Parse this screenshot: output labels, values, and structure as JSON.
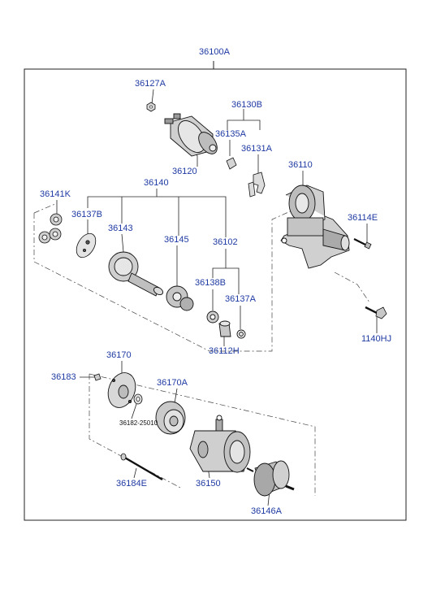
{
  "diagram": {
    "assembly_label": "36100A",
    "link_color": "#1f3aa3",
    "line_color": "#111111",
    "parts": {
      "p36127A": "36127A",
      "p36130B": "36130B",
      "p36135A": "36135A",
      "p36131A": "36131A",
      "p36120": "36120",
      "p36110": "36110",
      "p36140": "36140",
      "p36141K": "36141K",
      "p36137B": "36137B",
      "p36143": "36143",
      "p36145": "36145",
      "p36102": "36102",
      "p36114E": "36114E",
      "p36138B": "36138B",
      "p36137A": "36137A",
      "p36112H": "36112H",
      "p1140HJ": "1140HJ",
      "p36170": "36170",
      "p36183": "36183",
      "p36170A": "36170A",
      "p36182": "36182-25010",
      "p36184E": "36184E",
      "p36150": "36150",
      "p36146A": "36146A"
    }
  }
}
